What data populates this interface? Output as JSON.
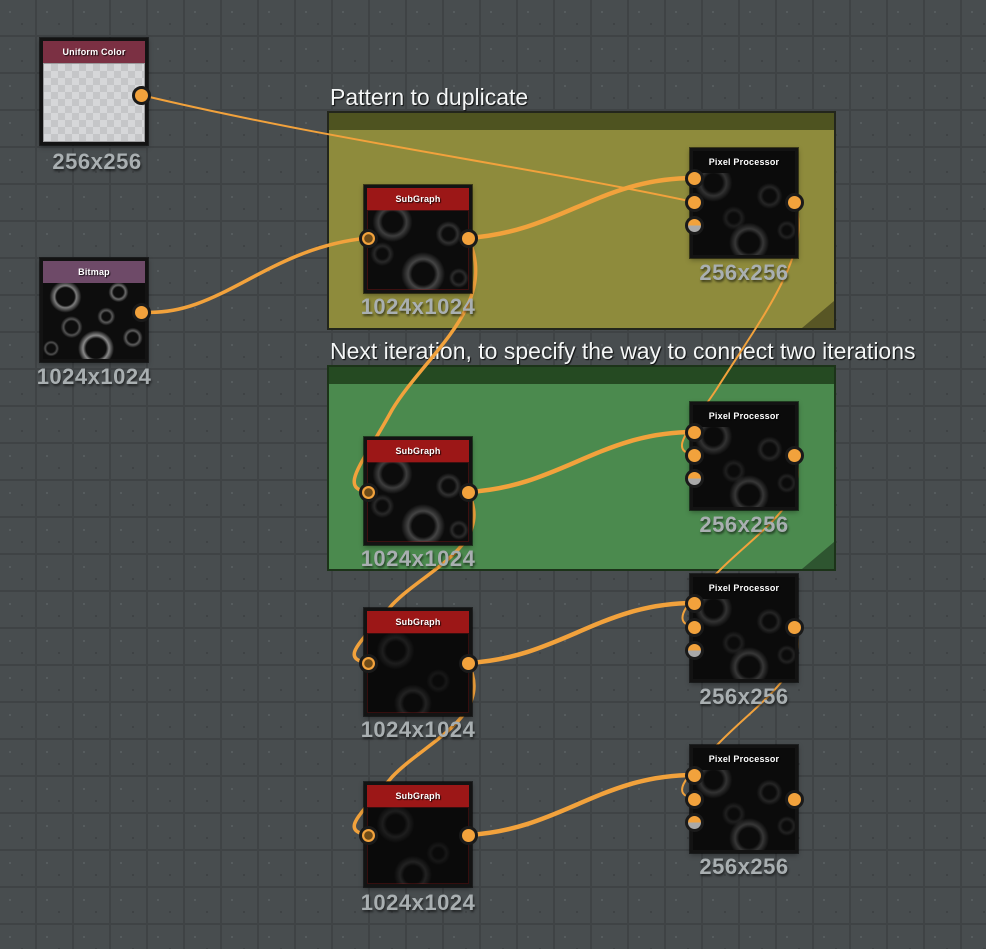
{
  "app": {
    "background_color": "#484d4f",
    "wire_color": "#f2a23c",
    "grid_line_color": "#3f4345"
  },
  "frames": [
    {
      "id": "pattern-frame",
      "caption": "Pattern to duplicate",
      "title_bar_color": "#4e5320",
      "body_color": "#8e8b3c"
    },
    {
      "id": "next-iteration-frame",
      "caption": "Next iteration, to specify the way to connect two iterations",
      "title_bar_color": "#254a22",
      "body_color": "#4b8a4e"
    }
  ],
  "nodes": [
    {
      "id": "uniform-color-1",
      "title": "Uniform Color",
      "size": "256x256",
      "header_color": "#7b3043",
      "inputs": [],
      "outputs": [
        "output"
      ]
    },
    {
      "id": "bitmap-1",
      "title": "Bitmap",
      "size": "1024x1024",
      "header_color": "#6e4a68",
      "inputs": [],
      "outputs": [
        "output"
      ]
    },
    {
      "id": "subgraph-1",
      "title": "SubGraph",
      "size": "1024x1024",
      "header_color": "#9c1717",
      "inputs": [
        "input"
      ],
      "outputs": [
        "output"
      ]
    },
    {
      "id": "subgraph-2",
      "title": "SubGraph",
      "size": "1024x1024",
      "header_color": "#9c1717",
      "inputs": [
        "input"
      ],
      "outputs": [
        "output"
      ]
    },
    {
      "id": "subgraph-3",
      "title": "SubGraph",
      "size": "1024x1024",
      "header_color": "#9c1717",
      "inputs": [
        "input"
      ],
      "outputs": [
        "output"
      ]
    },
    {
      "id": "subgraph-4",
      "title": "SubGraph",
      "size": "1024x1024",
      "header_color": "#9c1717",
      "inputs": [
        "input"
      ],
      "outputs": [
        "output"
      ]
    },
    {
      "id": "pixel-processor-1",
      "title": "Pixel Processor",
      "size": "256x256",
      "header_color": "#0b0b0b",
      "inputs": [
        "input-1",
        "input-2",
        "input-3-grayscale"
      ],
      "outputs": [
        "output"
      ]
    },
    {
      "id": "pixel-processor-2",
      "title": "Pixel Processor",
      "size": "256x256",
      "header_color": "#0b0b0b",
      "inputs": [
        "input-1",
        "input-2",
        "input-3-grayscale"
      ],
      "outputs": [
        "output"
      ]
    },
    {
      "id": "pixel-processor-3",
      "title": "Pixel Processor",
      "size": "256x256",
      "header_color": "#0b0b0b",
      "inputs": [
        "input-1",
        "input-2",
        "input-3-grayscale"
      ],
      "outputs": [
        "output"
      ]
    },
    {
      "id": "pixel-processor-4",
      "title": "Pixel Processor",
      "size": "256x256",
      "header_color": "#0b0b0b",
      "inputs": [
        "input-1",
        "input-2",
        "input-3-grayscale"
      ],
      "outputs": [
        "output"
      ]
    }
  ],
  "connections": [
    {
      "from": "uniform-color-1.output",
      "to": "pixel-processor-1.input-2"
    },
    {
      "from": "bitmap-1.output",
      "to": "subgraph-1.input"
    },
    {
      "from": "subgraph-1.output",
      "to": "pixel-processor-1.input-1"
    },
    {
      "from": "subgraph-1.output",
      "to": "subgraph-2.input"
    },
    {
      "from": "pixel-processor-1.output",
      "to": "pixel-processor-2.input-2"
    },
    {
      "from": "subgraph-2.output",
      "to": "pixel-processor-2.input-1"
    },
    {
      "from": "subgraph-2.output",
      "to": "subgraph-3.input"
    },
    {
      "from": "pixel-processor-2.output",
      "to": "pixel-processor-3.input-2"
    },
    {
      "from": "subgraph-3.output",
      "to": "pixel-processor-3.input-1"
    },
    {
      "from": "subgraph-3.output",
      "to": "subgraph-4.input"
    },
    {
      "from": "pixel-processor-3.output",
      "to": "pixel-processor-4.input-2"
    },
    {
      "from": "subgraph-4.output",
      "to": "pixel-processor-4.input-1"
    }
  ]
}
